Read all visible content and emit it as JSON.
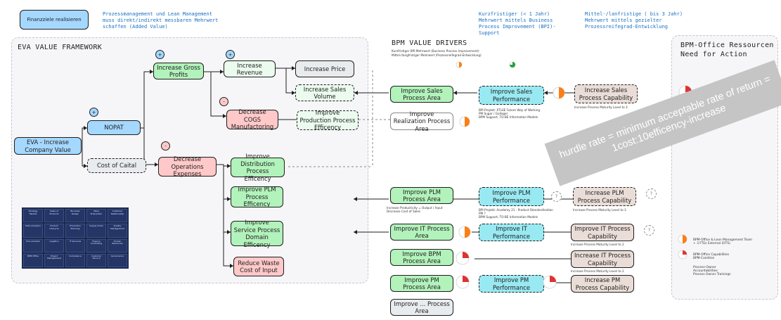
{
  "top_notes": {
    "finanzziele": "Finanzziele realisieren",
    "prozessmanagement": "Prozessmanagement und Lean Management muss direkt/indirekt messbaren Mehrwert schaffen (Added Value)",
    "kurzfristiger": "Kurzfristiger (< 1 Jahr) Mehrwert mittels Business Process Improvement (BPI)-Support",
    "mittel": "Mittel-/lanfristige ( bis 3 Jahr) Mehrwert mittels gezielter Prozessreifegrad-Entwicklung"
  },
  "sections": {
    "eva_title": "EVA VALUE FRAMEWORK",
    "bpm_title": "BPM VALUE DRIVERS",
    "office_title": "BPM-Office Ressourcen\nNeed for Action"
  },
  "eva_nodes": {
    "eva": "EVA - Increase Company Value",
    "nopat": "NOPAT",
    "cost_of_capital": "Cost of Caital",
    "gross_profits": "Increase Gross Profits",
    "revenue": "Increase Revenue",
    "price": "Increase Price",
    "sales_volume": "Increase Sales Volume",
    "cogs": "Decrease COGS Manufactoring",
    "production": "Improve Production Process Efficency",
    "opex": "Decrease Operations Expenses",
    "distribution": "Improve Distribution Process Efficency",
    "plm_eff": "Improve PLM Process Efficency",
    "service": "Improve Service Process Domain Efficency",
    "waste": "Reduce Waste Cost of Input"
  },
  "signs": {
    "plus": "+",
    "minus": "-",
    "question": "?"
  },
  "bpm_nodes": {
    "sales_area": "Improve Sales Process Area",
    "realization_area": "Improve Realization Process Area",
    "plm_area": "Improve PLM Process Area",
    "it_area": "Improve IT Process Area",
    "bpm_area": "Improve BPM Process Area",
    "pm_area": "Improve PM Process Area",
    "other_area": "Improve ... Process Area",
    "sales_perf": "Improve Sales Performance",
    "plm_perf": "Improve PLM Performance",
    "it_perf": "Improve IT Performance",
    "pm_perf": "Improve PM Performance",
    "sales_cap": "Increase Sales Process Capability",
    "plm_cap": "Increase PLM Process Capability",
    "it_cap1": "Improve IT Process Capability",
    "it_cap2": "Increase IT Process Capability",
    "pm_cap": "Increase PM Process Capability"
  },
  "small_notes": {
    "sales_proj": "BPI-Projekt: XTLSE Future Way of Working\nPM Sugar / Gallager\nBPM Support, TO-BE Information Models",
    "sales_maturity": "Increase Process Maturity Level to 3",
    "plm_input": "Increase Productivity = Output / Input\nDecrease Cost of Sales",
    "plm_proj": "BPI-Projekt: Academy 21 - Product Standardisation\nPM ?\nBPM Support, TO-BE Information Models",
    "plm_maturity": "Increase Process Maturity Level to 3",
    "it_maturity1": "Increase Process Maturity Level to 2",
    "it_maturity2": "Increase Process Maturity Level to 2"
  },
  "banner": {
    "line1": "hurdle rate = minimum acceptable rate of return =",
    "line2": "1cost:10efficency-increase"
  },
  "legend": {
    "item1": "BPM-Office & Lean Management Team\n+ 3 FTEs External (OTS)",
    "item2": "BPM-Office Capabilities\nBPM-Comities",
    "item3": "Process-Owner\nAccountabilities\nProcess Owner Trainings"
  },
  "thumbnail_tiles": [
    "Strategy Market",
    "Sales of Products",
    "Business Design",
    "Value Proposition",
    "Customer Relationship",
    "Data Analytics",
    "Product Lifecycle",
    "Production Planning",
    "Supply Chain",
    "Quality Management",
    "Procurement",
    "Logistics",
    "IT Services",
    "Finance Controlling",
    "Human Resources",
    "BPM Office",
    "Project Management",
    "Compliance",
    "Customer Service",
    "Governance"
  ],
  "colors": {
    "blue": "#a5d8ff",
    "green": "#b2f2bb",
    "red": "#ffc9c9",
    "cyan": "#99e9f2",
    "tan": "#eaddd7",
    "orange": "#fd7e14",
    "pie_red": "#e03131",
    "pie_green": "#2f9e44"
  },
  "chart_data": {
    "type": "pie",
    "series": [
      {
        "values": [
          75,
          25
        ]
      },
      {
        "values": [
          50,
          50
        ]
      },
      {
        "values": [
          25,
          75
        ]
      }
    ]
  }
}
